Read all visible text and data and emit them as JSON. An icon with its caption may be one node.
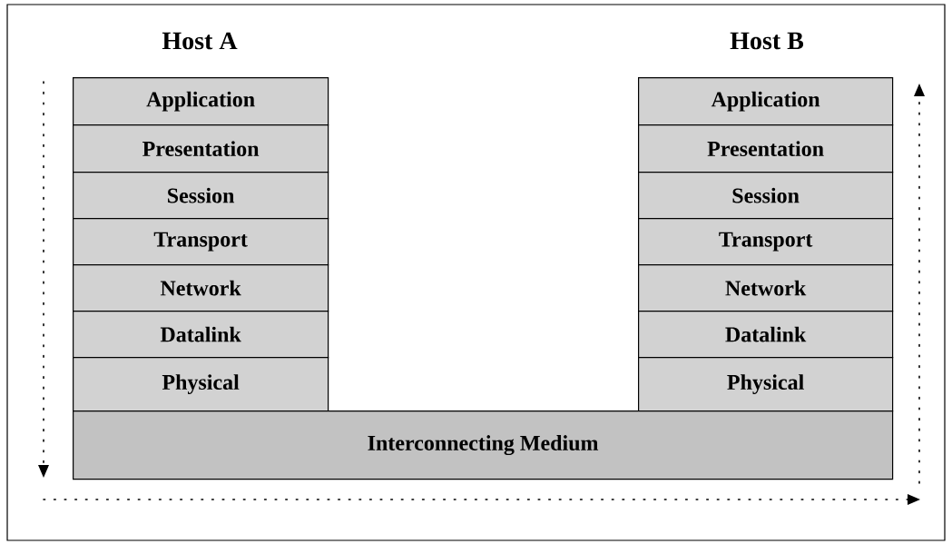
{
  "diagram": {
    "nodes": [
      {
        "text": [
          "Application"
        ]
      },
      {
        "text": [
          "Presentation"
        ]
      },
      {
        "text": [
          "Session"
        ]
      },
      {
        "text": [
          "Transport"
        ]
      },
      {
        "text": [
          "Network"
        ]
      },
      {
        "text": [
          "Datalink"
        ]
      },
      {
        "text": [
          "Physical"
        ]
      },
      {
        "text": [
          "Application"
        ]
      },
      {
        "text": [
          "Presentation"
        ]
      },
      {
        "text": [
          "Session"
        ]
      },
      {
        "text": [
          "Transport"
        ]
      },
      {
        "text": [
          "Network"
        ]
      },
      {
        "text": [
          "Datalink"
        ]
      },
      {
        "text": [
          "Physical"
        ]
      },
      {
        "text": [
          "Interconnecting Medium"
        ]
      }
    ],
    "labels": [
      "Host A",
      "Host B"
    ]
  }
}
